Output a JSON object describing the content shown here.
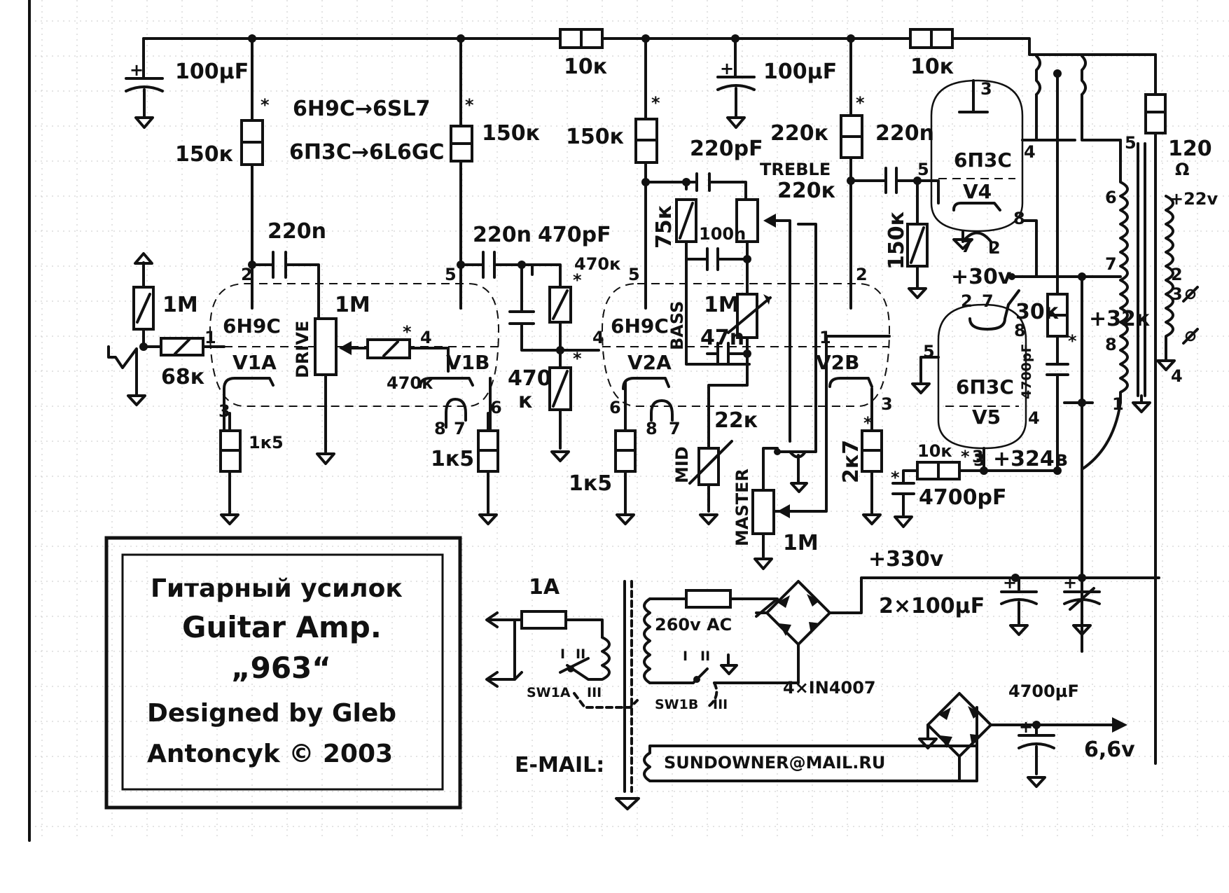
{
  "title_block": {
    "line1": "Гитарный усилок",
    "line2": "Guitar Amp.",
    "line3": "„963“",
    "line4": "Designed by Gleb",
    "line5": "Antoncyk © 2003"
  },
  "email": {
    "label": "E-MAIL:",
    "address": "SUNDOWNER@MAIL.RU"
  },
  "substitutions": {
    "a": "6H9C→6SL7",
    "b": "6П3C→6L6GC"
  },
  "tubes": {
    "v1a": {
      "type": "6H9C",
      "ref": "V1A"
    },
    "v1b": {
      "ref": "V1B"
    },
    "v2a": {
      "type": "6H9C",
      "ref": "V2A"
    },
    "v2b": {
      "ref": "V2B"
    },
    "v4": {
      "type": "6П3C",
      "ref": "V4"
    },
    "v5": {
      "type": "6П3C",
      "ref": "V5"
    }
  },
  "components": {
    "c_100uf_a": "100µF",
    "c_100uf_b": "100µF",
    "r_10k_a": "10к",
    "r_10k_b": "10к",
    "r_150k_a": "150к",
    "r_150k_b": "150к",
    "r_150k_c": "150к",
    "r_220k_a": "220к",
    "c_220n_a": "220n",
    "c_220n_b": "220n",
    "c_220n_c": "220n",
    "c_220pf": "220pF",
    "c_470pf": "470pF",
    "r_470k_a": "470к",
    "r_470k_b": "470к",
    "r_470k_c": "470",
    "r_470k_c_unit": "к",
    "r_1m_in": "1M",
    "r_68k": "68к",
    "pot_drive": "1M",
    "pot_drive_name": "DRIVE",
    "r_1k5_a": "1к5",
    "r_1k5_b": "1к5",
    "r_1k5_c": "1к5",
    "r_75k": "75к",
    "c_100n": "100n",
    "pot_treble_name": "TREBLE",
    "pot_treble": "220к",
    "pot_bass_name": "BASS",
    "pot_bass": "1M",
    "c_47n": "47n",
    "r_22k": "22к",
    "pot_mid_name": "MID",
    "pot_master_name": "MASTER",
    "pot_master": "1M",
    "r_150k_v4": "150к",
    "r_2k7": "2к7",
    "r_10k_g": "10к",
    "c_4700pf_a": "4700pF",
    "c_4700pf_b": "4700pF",
    "r_30k": "30к",
    "r_120": "120",
    "r_120_unit": "Ω",
    "v_p22": "+22v",
    "v_p30": "+30v",
    "v_p32": "+32к",
    "v_p324": "+324в",
    "v_p330": "+330v",
    "c_2x100": "2×100µF",
    "fuse": "1A",
    "ac_260": "260v AC",
    "diodes": "4×IN4007",
    "sw1a": "SW1A",
    "sw1b": "SW1B",
    "c_4700uf": "4700µF",
    "v_66": "6,6v"
  },
  "pins": {
    "p2": "2",
    "p1": "1",
    "p3": "3",
    "p5": "5",
    "p4": "4",
    "p6": "6",
    "p7": "7",
    "p8": "8",
    "p_star": "*"
  },
  "transformer_pins": {
    "t1": "1",
    "t2": "2",
    "t3": "3",
    "t4": "4",
    "t5": "5",
    "t6": "6",
    "t7": "7",
    "t8": "8"
  },
  "switch_positions": {
    "i": "I",
    "ii": "II",
    "iii": "III"
  }
}
